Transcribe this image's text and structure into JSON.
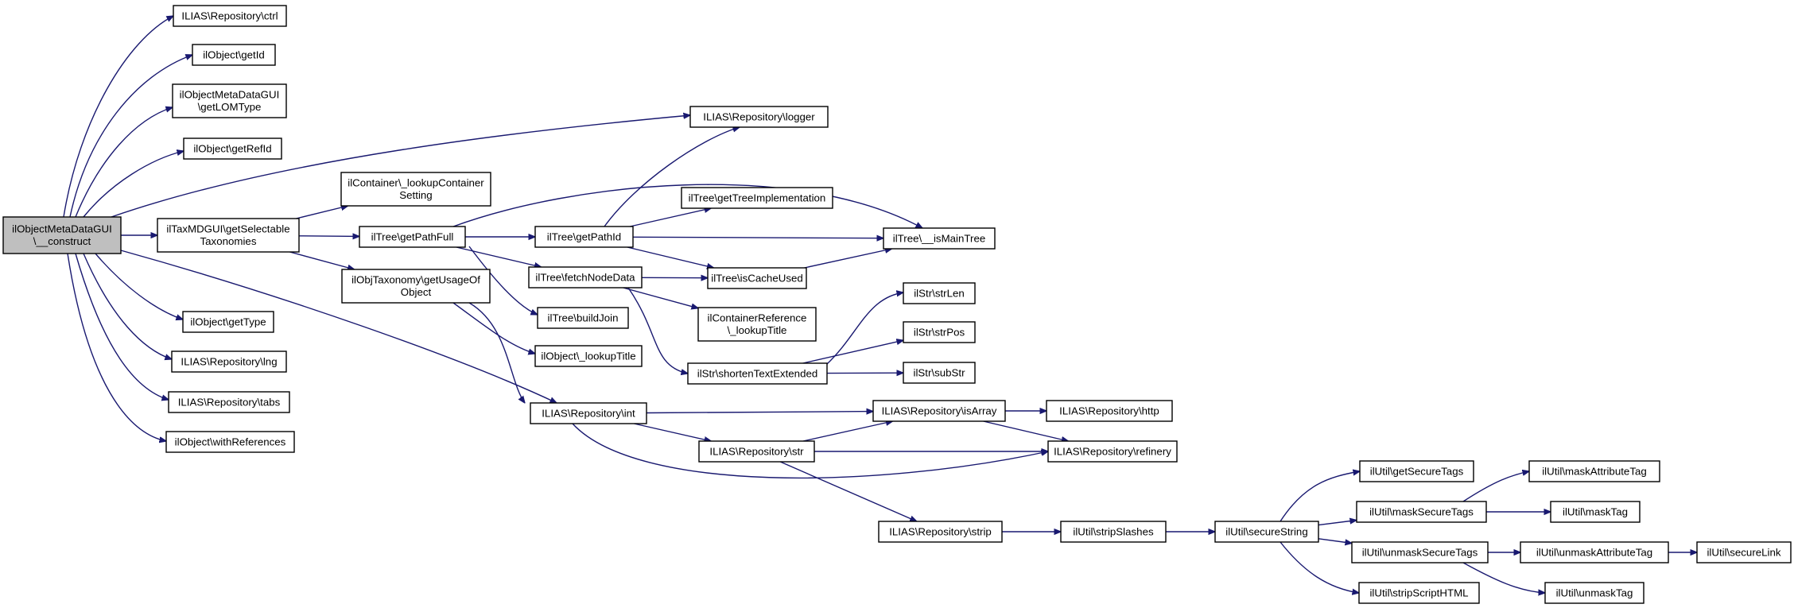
{
  "nodes": [
    {
      "id": "construct",
      "lines": [
        "ilObjectMetaDataGUI",
        "\\__construct"
      ],
      "root": true
    },
    {
      "id": "repo_ctrl",
      "lines": [
        "ILIAS\\Repository\\ctrl"
      ]
    },
    {
      "id": "getId",
      "lines": [
        "ilObject\\getId"
      ]
    },
    {
      "id": "getLOMType",
      "lines": [
        "ilObjectMetaDataGUI",
        "\\getLOMType"
      ]
    },
    {
      "id": "getRefId",
      "lines": [
        "ilObject\\getRefId"
      ]
    },
    {
      "id": "getSelectable",
      "lines": [
        "ilTaxMDGUI\\getSelectable",
        "Taxonomies"
      ]
    },
    {
      "id": "getType",
      "lines": [
        "ilObject\\getType"
      ]
    },
    {
      "id": "repo_lng",
      "lines": [
        "ILIAS\\Repository\\lng"
      ]
    },
    {
      "id": "repo_tabs",
      "lines": [
        "ILIAS\\Repository\\tabs"
      ]
    },
    {
      "id": "withReferences",
      "lines": [
        "ilObject\\withReferences"
      ]
    },
    {
      "id": "repo_logger",
      "lines": [
        "ILIAS\\Repository\\logger"
      ]
    },
    {
      "id": "lookupContainer",
      "lines": [
        "ilContainer\\_lookupContainer",
        "Setting"
      ]
    },
    {
      "id": "getPathFull",
      "lines": [
        "ilTree\\getPathFull"
      ]
    },
    {
      "id": "getUsageOf",
      "lines": [
        "ilObjTaxonomy\\getUsageOf",
        "Object"
      ]
    },
    {
      "id": "repo_int",
      "lines": [
        "ILIAS\\Repository\\int"
      ]
    },
    {
      "id": "getPathId",
      "lines": [
        "ilTree\\getPathId"
      ]
    },
    {
      "id": "fetchNodeData",
      "lines": [
        "ilTree\\fetchNodeData"
      ]
    },
    {
      "id": "buildJoin",
      "lines": [
        "ilTree\\buildJoin"
      ]
    },
    {
      "id": "lookupTitle",
      "lines": [
        "ilObject\\_lookupTitle"
      ]
    },
    {
      "id": "getTreeImpl",
      "lines": [
        "ilTree\\getTreeImplementation"
      ]
    },
    {
      "id": "isCacheUsed",
      "lines": [
        "ilTree\\isCacheUsed"
      ]
    },
    {
      "id": "isMainTree",
      "lines": [
        "ilTree\\__isMainTree"
      ]
    },
    {
      "id": "containerRefTitle",
      "lines": [
        "ilContainerReference",
        "\\_lookupTitle"
      ]
    },
    {
      "id": "shortenText",
      "lines": [
        "ilStr\\shortenTextExtended"
      ]
    },
    {
      "id": "strLen",
      "lines": [
        "ilStr\\strLen"
      ]
    },
    {
      "id": "strPos",
      "lines": [
        "ilStr\\strPos"
      ]
    },
    {
      "id": "subStr",
      "lines": [
        "ilStr\\subStr"
      ]
    },
    {
      "id": "repo_isArray",
      "lines": [
        "ILIAS\\Repository\\isArray"
      ]
    },
    {
      "id": "repo_str",
      "lines": [
        "ILIAS\\Repository\\str"
      ]
    },
    {
      "id": "repo_http",
      "lines": [
        "ILIAS\\Repository\\http"
      ]
    },
    {
      "id": "repo_refinery",
      "lines": [
        "ILIAS\\Repository\\refinery"
      ]
    },
    {
      "id": "repo_strip",
      "lines": [
        "ILIAS\\Repository\\strip"
      ]
    },
    {
      "id": "stripSlashes",
      "lines": [
        "ilUtil\\stripSlashes"
      ]
    },
    {
      "id": "secureString",
      "lines": [
        "ilUtil\\secureString"
      ]
    },
    {
      "id": "getSecureTags",
      "lines": [
        "ilUtil\\getSecureTags"
      ]
    },
    {
      "id": "maskSecureTags",
      "lines": [
        "ilUtil\\maskSecureTags"
      ]
    },
    {
      "id": "unmaskSecureTags",
      "lines": [
        "ilUtil\\unmaskSecureTags"
      ]
    },
    {
      "id": "stripScriptHTML",
      "lines": [
        "ilUtil\\stripScriptHTML"
      ]
    },
    {
      "id": "maskAttributeTag",
      "lines": [
        "ilUtil\\maskAttributeTag"
      ]
    },
    {
      "id": "maskTag",
      "lines": [
        "ilUtil\\maskTag"
      ]
    },
    {
      "id": "unmaskAttributeTag",
      "lines": [
        "ilUtil\\unmaskAttributeTag"
      ]
    },
    {
      "id": "unmaskTag",
      "lines": [
        "ilUtil\\unmaskTag"
      ]
    },
    {
      "id": "secureLink",
      "lines": [
        "ilUtil\\secureLink"
      ]
    }
  ],
  "edges": [
    {
      "from": "construct",
      "to": "repo_ctrl"
    },
    {
      "from": "construct",
      "to": "getId"
    },
    {
      "from": "construct",
      "to": "getLOMType"
    },
    {
      "from": "construct",
      "to": "getRefId"
    },
    {
      "from": "construct",
      "to": "repo_logger"
    },
    {
      "from": "construct",
      "to": "getSelectable"
    },
    {
      "from": "construct",
      "to": "repo_int"
    },
    {
      "from": "construct",
      "to": "getType"
    },
    {
      "from": "construct",
      "to": "repo_lng"
    },
    {
      "from": "construct",
      "to": "repo_tabs"
    },
    {
      "from": "construct",
      "to": "withReferences"
    },
    {
      "from": "getSelectable",
      "to": "lookupContainer"
    },
    {
      "from": "getSelectable",
      "to": "getPathFull"
    },
    {
      "from": "getSelectable",
      "to": "getUsageOf"
    },
    {
      "from": "getPathFull",
      "to": "isMainTree"
    },
    {
      "from": "getPathFull",
      "to": "getPathId"
    },
    {
      "from": "getPathFull",
      "to": "fetchNodeData"
    },
    {
      "from": "getPathFull",
      "to": "buildJoin"
    },
    {
      "from": "getPathId",
      "to": "repo_logger"
    },
    {
      "from": "getPathId",
      "to": "getTreeImpl"
    },
    {
      "from": "getPathId",
      "to": "isMainTree"
    },
    {
      "from": "getPathId",
      "to": "isCacheUsed"
    },
    {
      "from": "fetchNodeData",
      "to": "isCacheUsed"
    },
    {
      "from": "fetchNodeData",
      "to": "containerRefTitle"
    },
    {
      "from": "fetchNodeData",
      "to": "shortenText"
    },
    {
      "from": "isCacheUsed",
      "to": "isMainTree"
    },
    {
      "from": "getUsageOf",
      "to": "lookupTitle"
    },
    {
      "from": "getUsageOf",
      "to": "repo_int"
    },
    {
      "from": "shortenText",
      "to": "strLen"
    },
    {
      "from": "shortenText",
      "to": "strPos"
    },
    {
      "from": "shortenText",
      "to": "subStr"
    },
    {
      "from": "repo_int",
      "to": "repo_isArray"
    },
    {
      "from": "repo_int",
      "to": "repo_str"
    },
    {
      "from": "repo_int",
      "to": "repo_refinery"
    },
    {
      "from": "repo_isArray",
      "to": "repo_http"
    },
    {
      "from": "repo_isArray",
      "to": "repo_refinery"
    },
    {
      "from": "repo_str",
      "to": "repo_isArray"
    },
    {
      "from": "repo_str",
      "to": "repo_refinery"
    },
    {
      "from": "repo_str",
      "to": "repo_strip"
    },
    {
      "from": "repo_strip",
      "to": "stripSlashes"
    },
    {
      "from": "stripSlashes",
      "to": "secureString"
    },
    {
      "from": "secureString",
      "to": "getSecureTags"
    },
    {
      "from": "secureString",
      "to": "maskSecureTags"
    },
    {
      "from": "secureString",
      "to": "unmaskSecureTags"
    },
    {
      "from": "secureString",
      "to": "stripScriptHTML"
    },
    {
      "from": "maskSecureTags",
      "to": "maskAttributeTag"
    },
    {
      "from": "maskSecureTags",
      "to": "maskTag"
    },
    {
      "from": "unmaskSecureTags",
      "to": "unmaskAttributeTag"
    },
    {
      "from": "unmaskSecureTags",
      "to": "unmaskTag"
    },
    {
      "from": "unmaskAttributeTag",
      "to": "secureLink"
    }
  ]
}
